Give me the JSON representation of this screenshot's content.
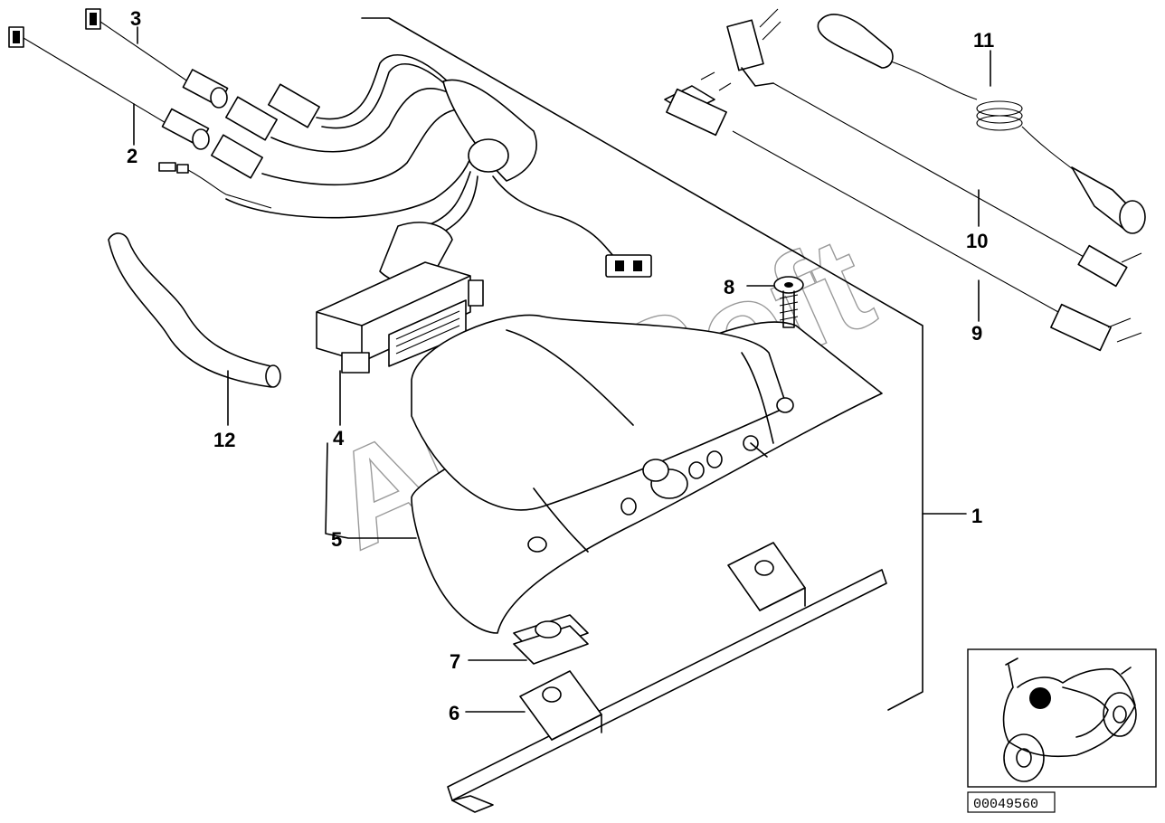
{
  "watermark": "AutoSoft",
  "document_number": "00049560",
  "callouts": [
    "1",
    "2",
    "3",
    "4",
    "5",
    "6",
    "7",
    "8",
    "9",
    "10",
    "11",
    "12"
  ],
  "colors": {
    "ink": "#000000",
    "background": "#ffffff",
    "watermark": "#9a9a9a"
  }
}
